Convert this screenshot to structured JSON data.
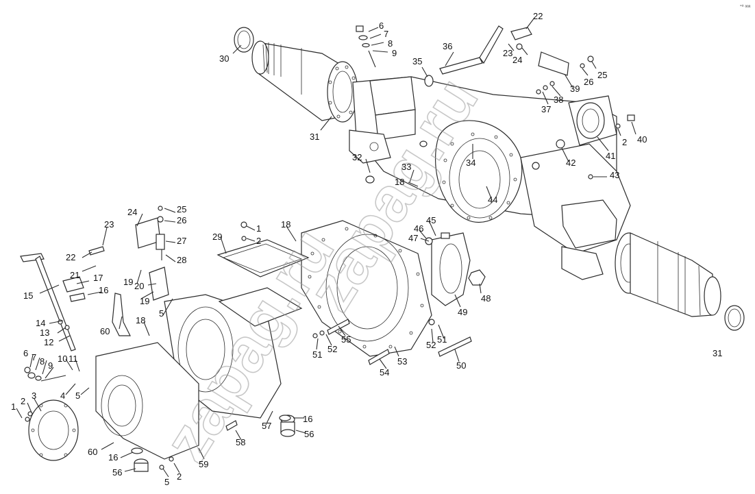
{
  "watermarks": [
    "zapag.ru",
    "zapag.ru"
  ],
  "corner_mark": "°⁰ ᵃᵃᵃ",
  "callouts": {
    "c30": "30",
    "c31a": "31",
    "c31b": "31",
    "c6a": "6",
    "c7a": "7",
    "c8a": "8",
    "c9a": "9",
    "c36": "36",
    "c35": "35",
    "c22a": "22",
    "c23a": "23",
    "c24a": "24",
    "c25a": "25",
    "c26a": "26",
    "c39": "39",
    "c38": "38",
    "c37": "37",
    "c40": "40",
    "c2a": "2",
    "c41": "41",
    "c42": "42",
    "c43": "43",
    "c32": "32",
    "c33": "33",
    "c34": "34",
    "c18a": "18",
    "c44": "44",
    "c45": "45",
    "c46": "46",
    "c47": "47",
    "c48": "48",
    "c49": "49",
    "c25b": "25",
    "c26b": "26",
    "c24b": "24",
    "c27": "27",
    "c28": "28",
    "c23b": "23",
    "c22b": "22",
    "c21": "21",
    "c17": "17",
    "c16a": "16",
    "c15": "15",
    "c19a": "19",
    "c20": "20",
    "c19b": "19",
    "c1a": "1",
    "c2b": "2",
    "c29": "29",
    "c18b": "18",
    "c5a": "5",
    "c18c": "18",
    "c60a": "60",
    "c14": "14",
    "c13": "13",
    "c12": "12",
    "c6b": "6",
    "c7b": "7",
    "c8b": "8",
    "c9b": "9",
    "c10": "10",
    "c11": "11",
    "c4": "4",
    "c5b": "5",
    "c3": "3",
    "c2c": "2",
    "c1b": "1",
    "c51a": "51",
    "c52a": "52",
    "c55": "55",
    "c53": "53",
    "c54": "54",
    "c52b": "52",
    "c51b": "51",
    "c50": "50",
    "c16b": "16",
    "c56a": "56",
    "c57": "57",
    "c58": "58",
    "c60b": "60",
    "c16c": "16",
    "c56b": "56",
    "c5c": "5",
    "c2d": "2",
    "c59": "59"
  }
}
